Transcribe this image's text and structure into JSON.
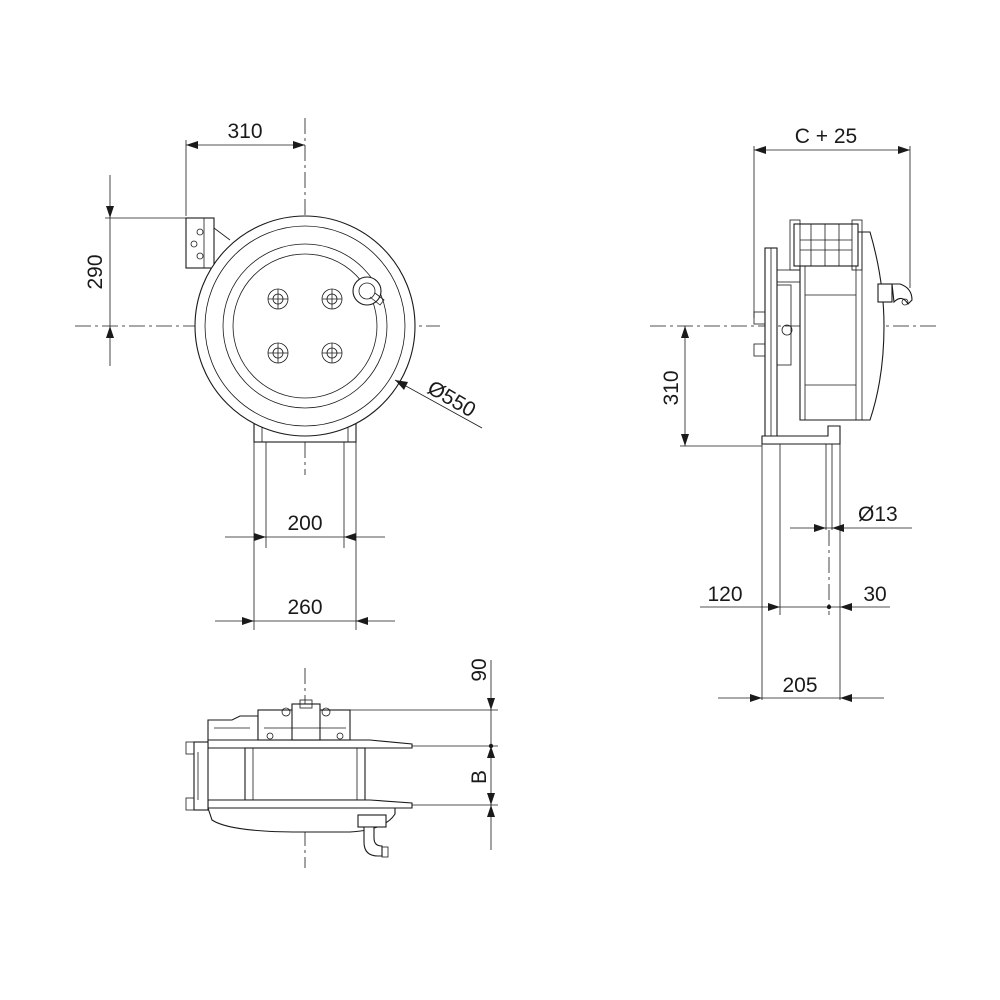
{
  "drawing": {
    "front_view": {
      "labels": {
        "width_offset": "310",
        "height_offset": "290",
        "drum_diameter": "Ø550",
        "base_inner": "200",
        "base_outer": "260"
      }
    },
    "side_view": {
      "labels": {
        "overall_depth": "C + 25",
        "axle_height": "310",
        "hole_diameter": "Ø13",
        "hole_offset_left": "120",
        "hole_offset_right": "30",
        "base_depth": "205"
      }
    },
    "top_view": {
      "labels": {
        "hub_height": "90",
        "drum_width": "B"
      }
    }
  }
}
